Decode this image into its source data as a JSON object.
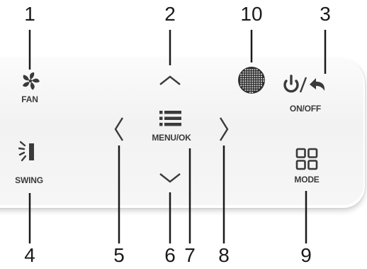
{
  "buttons": {
    "fan": {
      "label": "FAN"
    },
    "swing": {
      "label": "SWING"
    },
    "menu_ok": {
      "label": "MENU/OK"
    },
    "mode": {
      "label": "MODE"
    },
    "power": {
      "label": "ON/OFF"
    }
  },
  "callouts": [
    "1",
    "2",
    "3",
    "4",
    "5",
    "6",
    "7",
    "8",
    "9",
    "10"
  ],
  "colors": {
    "icon": "#3a3a3a",
    "leader": "#1a1a1a",
    "panel": "#f4f4f4"
  },
  "icons": [
    "fan-icon",
    "swing-icon",
    "menu-icon",
    "mode-icon",
    "power-return-icon",
    "up-chevron-icon",
    "down-chevron-icon",
    "left-chevron-icon",
    "right-chevron-icon",
    "sensor-dots-icon"
  ]
}
